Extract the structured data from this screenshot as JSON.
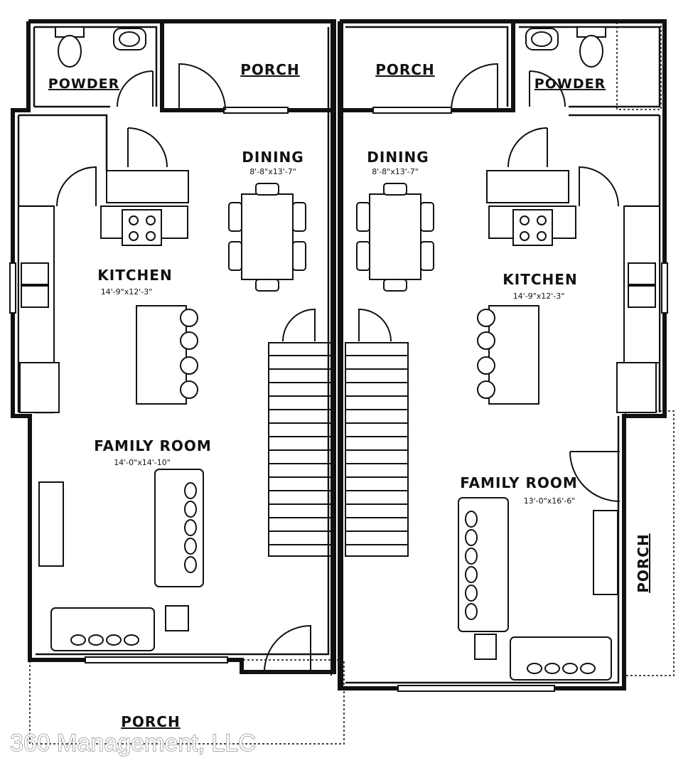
{
  "plan": {
    "left_unit": {
      "powder": "POWDER",
      "porch_top": "PORCH",
      "dining": "DINING",
      "dining_size": "8'-8\"x13'-7\"",
      "kitchen": "KITCHEN",
      "kitchen_size": "14'-9\"x12'-3\"",
      "family_room": "FAMILY ROOM",
      "family_room_size": "14'-0\"x14'-10\"",
      "porch_bottom": "PORCH"
    },
    "right_unit": {
      "powder": "POWDER",
      "porch_top": "PORCH",
      "dining": "DINING",
      "dining_size": "8'-8\"x13'-7\"",
      "kitchen": "KITCHEN",
      "kitchen_size": "14'-9\"x12'-3\"",
      "family_room": "FAMILY ROOM",
      "family_room_size": "13'-0\"x16'-6\"",
      "porch_side": "PORCH"
    },
    "watermark": "360 Management, LLC"
  }
}
